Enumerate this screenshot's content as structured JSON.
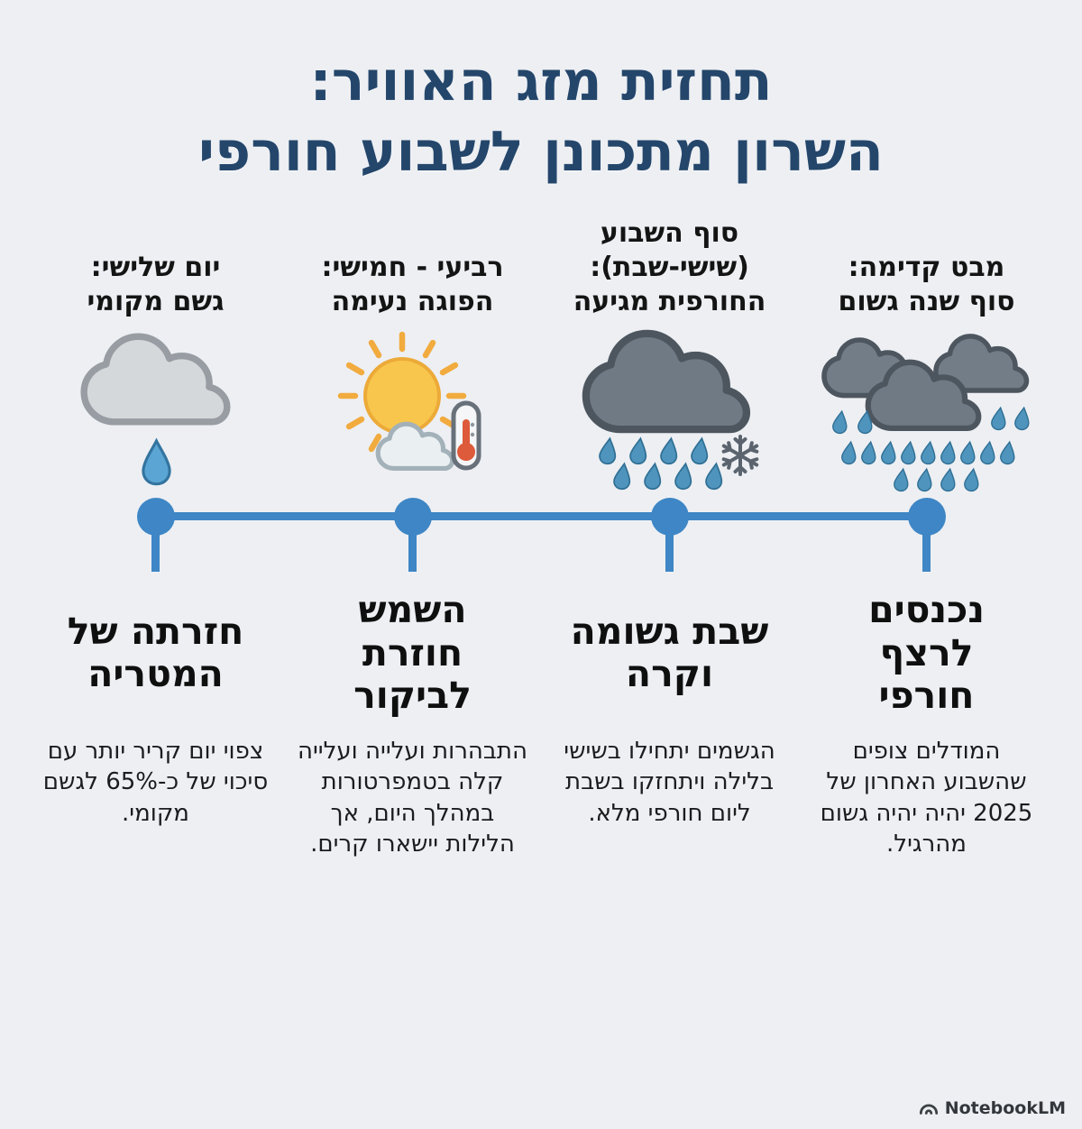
{
  "title": {
    "text": "תחזית מזג האוויר:\nהשרון מתכונן לשבוע חורפי"
  },
  "columns": [
    {
      "top_label": "יום שלישי:\nגשם מקומי",
      "icon": "cloud-light-rain-icon",
      "heading": "חזרתה של\nהמטריה",
      "body": "צפוי יום קריר יותר עם סיכוי של כ-65% לגשם מקומי."
    },
    {
      "top_label": "רביעי - חמישי:\nהפוגה נעימה",
      "icon": "sun-cloud-thermometer-icon",
      "heading": "השמש\nחוזרת\nלביקור",
      "body": "התבהרות ועלייה ועלייה קלה בטמפרטורות במהלך היום, אך הלילות יישארו קרים."
    },
    {
      "top_label": "סוף השבוע\n(שישי-שבת):\nהחורפית מגיעה",
      "icon": "storm-cloud-rain-snow-icon",
      "heading": "שבת גשומה\nוקרה",
      "body": "הגשמים יתחילו בשישי בלילה ויתחזקו בשבת ליום חורפי מלא."
    },
    {
      "top_label": "מבט קדימה:\nסוף שנה גשום",
      "icon": "heavy-rain-clouds-icon",
      "heading": "נכנסים\nלרצף\nחורפי",
      "body": "המודלים צופים שהשבוע האחרון של 2025 יהיה יהיה גשום מהרגיל."
    }
  ],
  "timeline": {
    "points": 4,
    "color": "#3e86c5"
  },
  "colors": {
    "background": "#edeff3",
    "title": "#24466b",
    "timeline_blue": "#3e86c5",
    "light_cloud": "#d5d8da",
    "dark_cloud": "#6f7a85",
    "sun_yellow": "#f8c64c",
    "ray_orange": "#f1ab3e",
    "raindrop_blue": "#5aa5d3",
    "thermometer_red": "#dd5a3a"
  },
  "footer": {
    "brand": "NotebookLM"
  }
}
